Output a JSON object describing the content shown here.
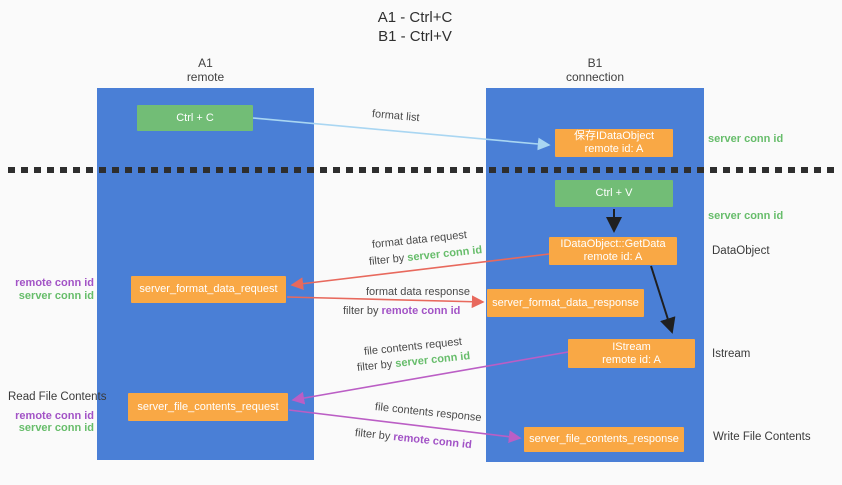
{
  "title": {
    "line1": "A1 - Ctrl+C",
    "line2": "B1 - Ctrl+V"
  },
  "columns": {
    "left": {
      "name": "A1",
      "subtitle": "remote"
    },
    "right": {
      "name": "B1",
      "subtitle": "connection"
    }
  },
  "nodes": {
    "ctrl_c": {
      "label": "Ctrl + C"
    },
    "save_idataobject": {
      "line1": "保存IDataObject",
      "line2": "remote id: A"
    },
    "ctrl_v": {
      "label": "Ctrl + V"
    },
    "getdata": {
      "line1": "IDataObject::GetData",
      "line2": "remote id: A"
    },
    "format_request": {
      "label": "server_format_data_request"
    },
    "format_response": {
      "label": "server_format_data_response"
    },
    "istream": {
      "line1": "IStream",
      "line2": "remote id: A"
    },
    "file_request": {
      "label": "server_file_contents_request"
    },
    "file_response": {
      "label": "server_file_contents_response"
    }
  },
  "flow_labels": {
    "format_list": "format list",
    "format_data_request": "format data request",
    "filter_server_1": {
      "prefix": "filter by ",
      "highlight": "server conn id"
    },
    "format_data_response": "format data response",
    "filter_remote_1": {
      "prefix": "filter by ",
      "highlight": "remote conn id"
    },
    "file_contents_request": "file contents request",
    "filter_server_2": {
      "prefix": "filter by ",
      "highlight": "server conn id"
    },
    "file_contents_response": "file contents response",
    "filter_remote_2": {
      "prefix": "filter by ",
      "highlight": "remote conn id"
    }
  },
  "annotations": {
    "left_remote_conn_1": "remote conn id",
    "left_server_conn_1": "server conn id",
    "read_file_contents": "Read File Contents",
    "left_remote_conn_2": "remote conn id",
    "left_server_conn_2": "server conn id",
    "right_server_conn_1": "server conn id",
    "right_server_conn_2": "server conn id",
    "dataobject": "DataObject",
    "istream": "Istream",
    "write_file_contents": "Write File Contents"
  },
  "colors": {
    "background": "#fafafa",
    "column_blue": "#4a7fd6",
    "box_green": "#72bd76",
    "box_orange": "#f9a845",
    "arrow_light_blue": "#a9d6f2",
    "arrow_red": "#e8695d",
    "arrow_purple": "#bb5ec5",
    "arrow_black": "#1f1f1f",
    "text_green": "#67bd6b",
    "text_purple": "#a253c6",
    "dotted_line": "#2e2e2e"
  }
}
